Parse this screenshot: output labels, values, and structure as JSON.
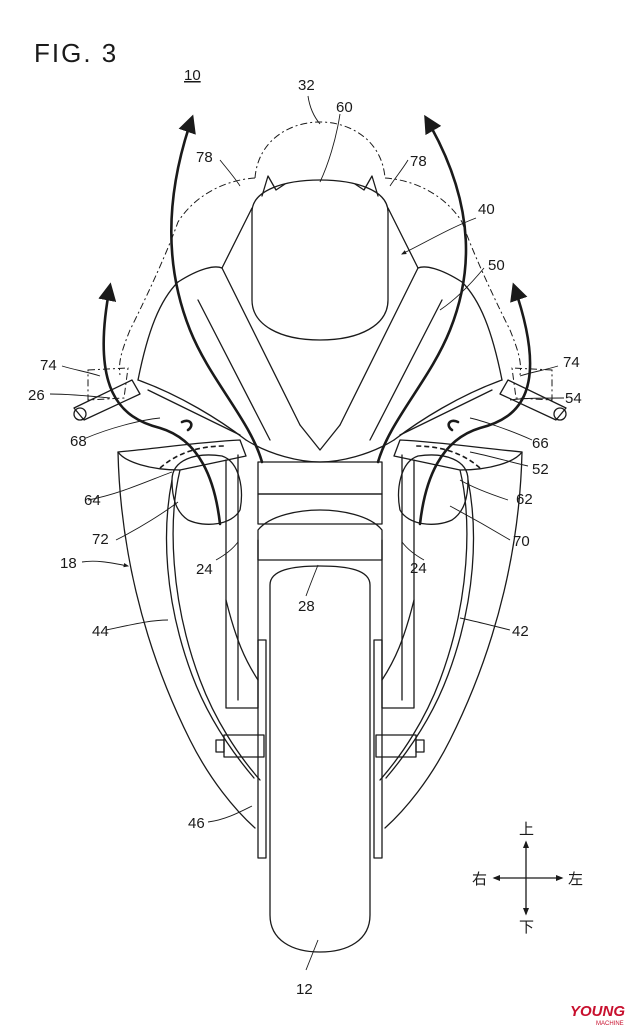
{
  "figure": {
    "title": "FIG. 3",
    "ref_number": "10"
  },
  "labels": {
    "l12": "12",
    "l18": "18",
    "l24_left": "24",
    "l24_right": "24",
    "l26": "26",
    "l28": "28",
    "l32": "32",
    "l40": "40",
    "l42": "42",
    "l44": "44",
    "l46": "46",
    "l50": "50",
    "l52": "52",
    "l54": "54",
    "l60": "60",
    "l62": "62",
    "l64": "64",
    "l66": "66",
    "l68": "68",
    "l70": "70",
    "l72": "72",
    "l74_left": "74",
    "l74_right": "74",
    "l78_left": "78",
    "l78_right": "78"
  },
  "direction_indicator": {
    "up": "上",
    "down": "下",
    "left": "右",
    "right": "左"
  },
  "watermark": {
    "brand": "YOUNG",
    "sub": "MACHINE"
  }
}
